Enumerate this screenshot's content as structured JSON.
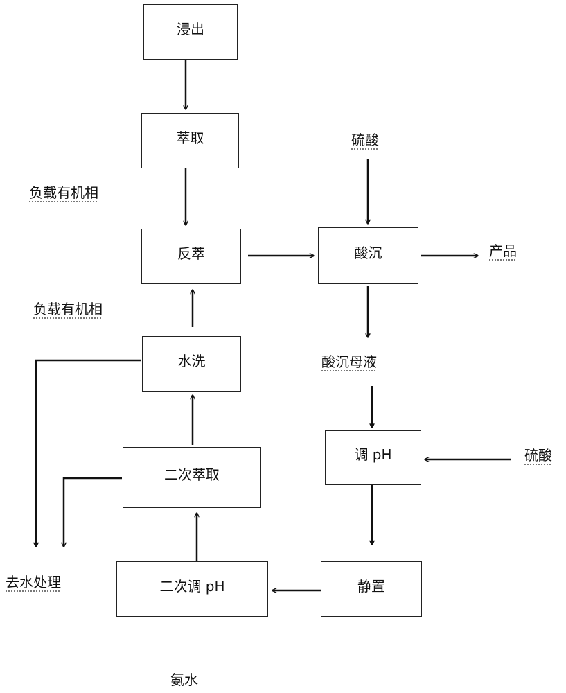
{
  "steps": {
    "leach": "浸出",
    "extract": "萃取",
    "strip": "反萃",
    "acid_precip": "酸沉",
    "wash": "水洗",
    "second_extract": "二次萃取",
    "adjust_ph": "调 pH",
    "second_adjust_ph": "二次调 pH",
    "settle": "静置"
  },
  "labels": {
    "loaded_organic_1": "负载有机相",
    "loaded_organic_2": "负载有机相",
    "sulfuric_acid_1": "硫酸",
    "sulfuric_acid_2": "硫酸",
    "product": "产品",
    "acid_mother_liquor": "酸沉母液",
    "to_water_treatment": "去水处理",
    "ammonia": "氨水"
  }
}
